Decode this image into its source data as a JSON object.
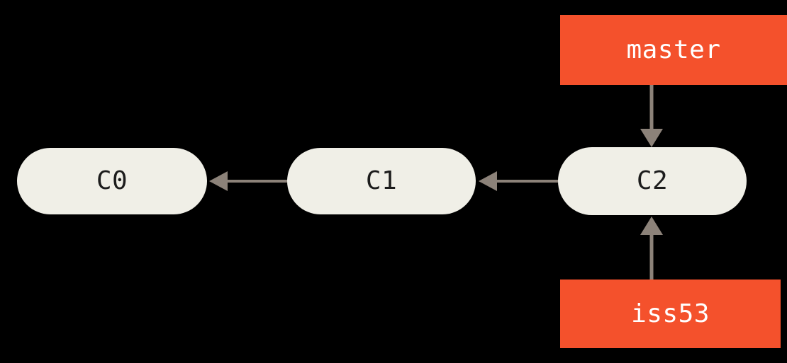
{
  "diagram": {
    "title": "git branch history diagram",
    "background_color": "#000000",
    "commit_fill": "#F0EFE7",
    "commit_text_color": "#1C1C1C",
    "branch_fill": "#F4512C",
    "branch_text_color": "#FFFFFF",
    "arrow_color": "#8C8279",
    "commits": [
      {
        "id": "c0",
        "label": "C0"
      },
      {
        "id": "c1",
        "label": "C1"
      },
      {
        "id": "c2",
        "label": "C2"
      }
    ],
    "branches": [
      {
        "id": "master",
        "label": "master",
        "points_to": "C2"
      },
      {
        "id": "iss53",
        "label": "iss53",
        "points_to": "C2"
      }
    ],
    "edges": [
      {
        "from": "C1",
        "to": "C0"
      },
      {
        "from": "C2",
        "to": "C1"
      },
      {
        "from": "master",
        "to": "C2"
      },
      {
        "from": "iss53",
        "to": "C2"
      }
    ]
  }
}
